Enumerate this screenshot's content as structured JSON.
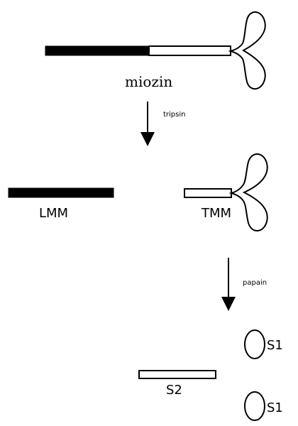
{
  "labels": {
    "myosin": "miozin",
    "trypsin": "tripsin",
    "lmm": "LMM",
    "tmm": "TMM",
    "papain": "papain",
    "s2": "S2",
    "s1_top": "S1",
    "s1_bottom": "S1"
  }
}
